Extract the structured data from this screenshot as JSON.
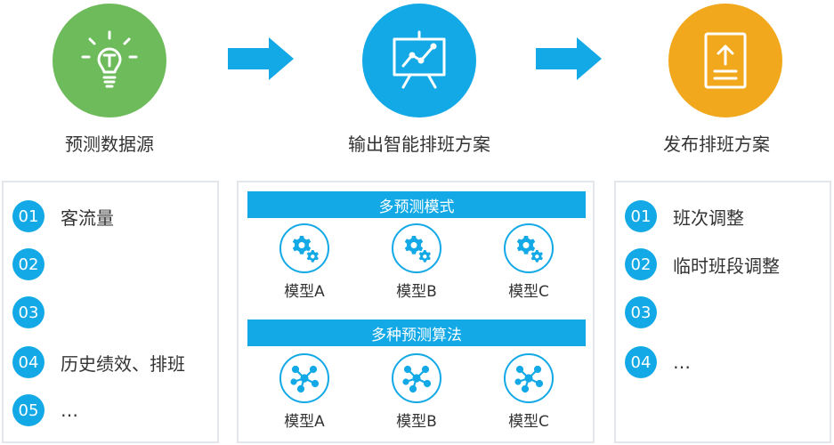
{
  "colors": {
    "accent": "#13a9e6",
    "green": "#6dbb5b",
    "orange": "#f2a81d",
    "border": "#e3e6ea"
  },
  "steps": [
    {
      "label": "预测数据源",
      "icon": "lightbulb-icon"
    },
    {
      "label": "输出智能排班方案",
      "icon": "presentation-chart-icon"
    },
    {
      "label": "发布排班方案",
      "icon": "upload-document-icon"
    }
  ],
  "left_list": [
    {
      "num": "01",
      "text": "客流量"
    },
    {
      "num": "02",
      "text": ""
    },
    {
      "num": "03",
      "text": ""
    },
    {
      "num": "04",
      "text": "历史绩效、排班"
    },
    {
      "num": "05",
      "text": "…"
    }
  ],
  "middle": {
    "section1": {
      "title": "多预测模式",
      "icon": "gears-icon",
      "models": [
        "模型A",
        "模型B",
        "模型C"
      ]
    },
    "section2": {
      "title": "多种预测算法",
      "icon": "network-node-icon",
      "models": [
        "模型A",
        "模型B",
        "模型C"
      ]
    }
  },
  "right_list": [
    {
      "num": "01",
      "text": "班次调整"
    },
    {
      "num": "02",
      "text": "临时班段调整"
    },
    {
      "num": "03",
      "text": ""
    },
    {
      "num": "04",
      "text": "…"
    }
  ]
}
